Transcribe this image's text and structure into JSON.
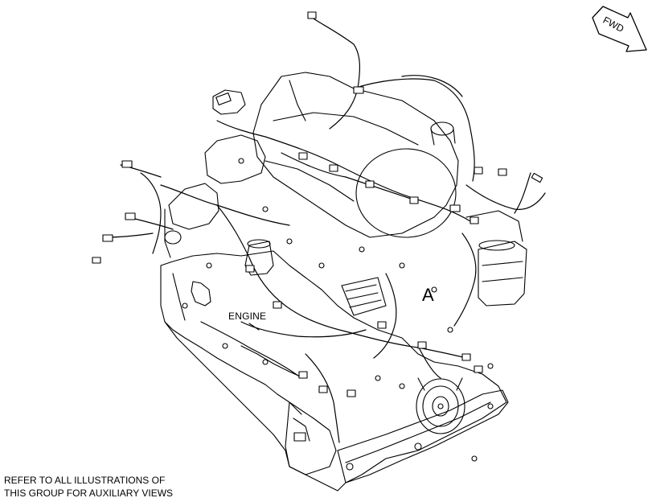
{
  "diagram": {
    "engine_label": "ENGINE",
    "view_label": "A",
    "direction_arrow": {
      "text": "FWD",
      "icon": "direction-arrow-icon"
    },
    "note": {
      "line1": "REFER TO ALL ILLUSTRATIONS OF",
      "line2": "THIS GROUP FOR AUXILIARY VIEWS"
    }
  },
  "colors": {
    "line": "#000000",
    "background": "#ffffff"
  }
}
